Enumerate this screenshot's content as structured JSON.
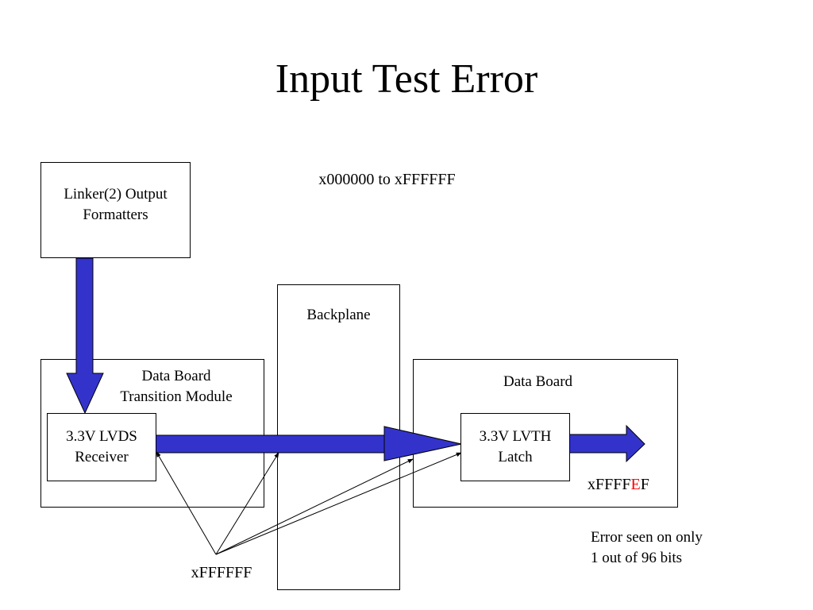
{
  "title": "Input Test Error",
  "range_label": "x000000 to xFFFFFF",
  "blocks": {
    "linker": {
      "line1": "Linker(2) Output",
      "line2": "Formatters"
    },
    "backplane": "Backplane",
    "transition_module": {
      "line1": "Data Board",
      "line2": "Transition Module"
    },
    "lvds_receiver": {
      "line1": "3.3V LVDS",
      "line2": "Receiver"
    },
    "data_board": "Data Board",
    "lvth_latch": {
      "line1": "3.3V LVTH",
      "line2": "Latch"
    }
  },
  "input_value": "xFFFFFF",
  "output_value": {
    "prefix": "xFFFF",
    "error_digit": "E",
    "suffix": "F"
  },
  "error_note": {
    "line1": "Error seen on only",
    "line2": "1 out of 96 bits"
  },
  "colors": {
    "arrow_fill": "#3333cc",
    "error_digit": "#ff0000",
    "stroke": "#000000"
  }
}
